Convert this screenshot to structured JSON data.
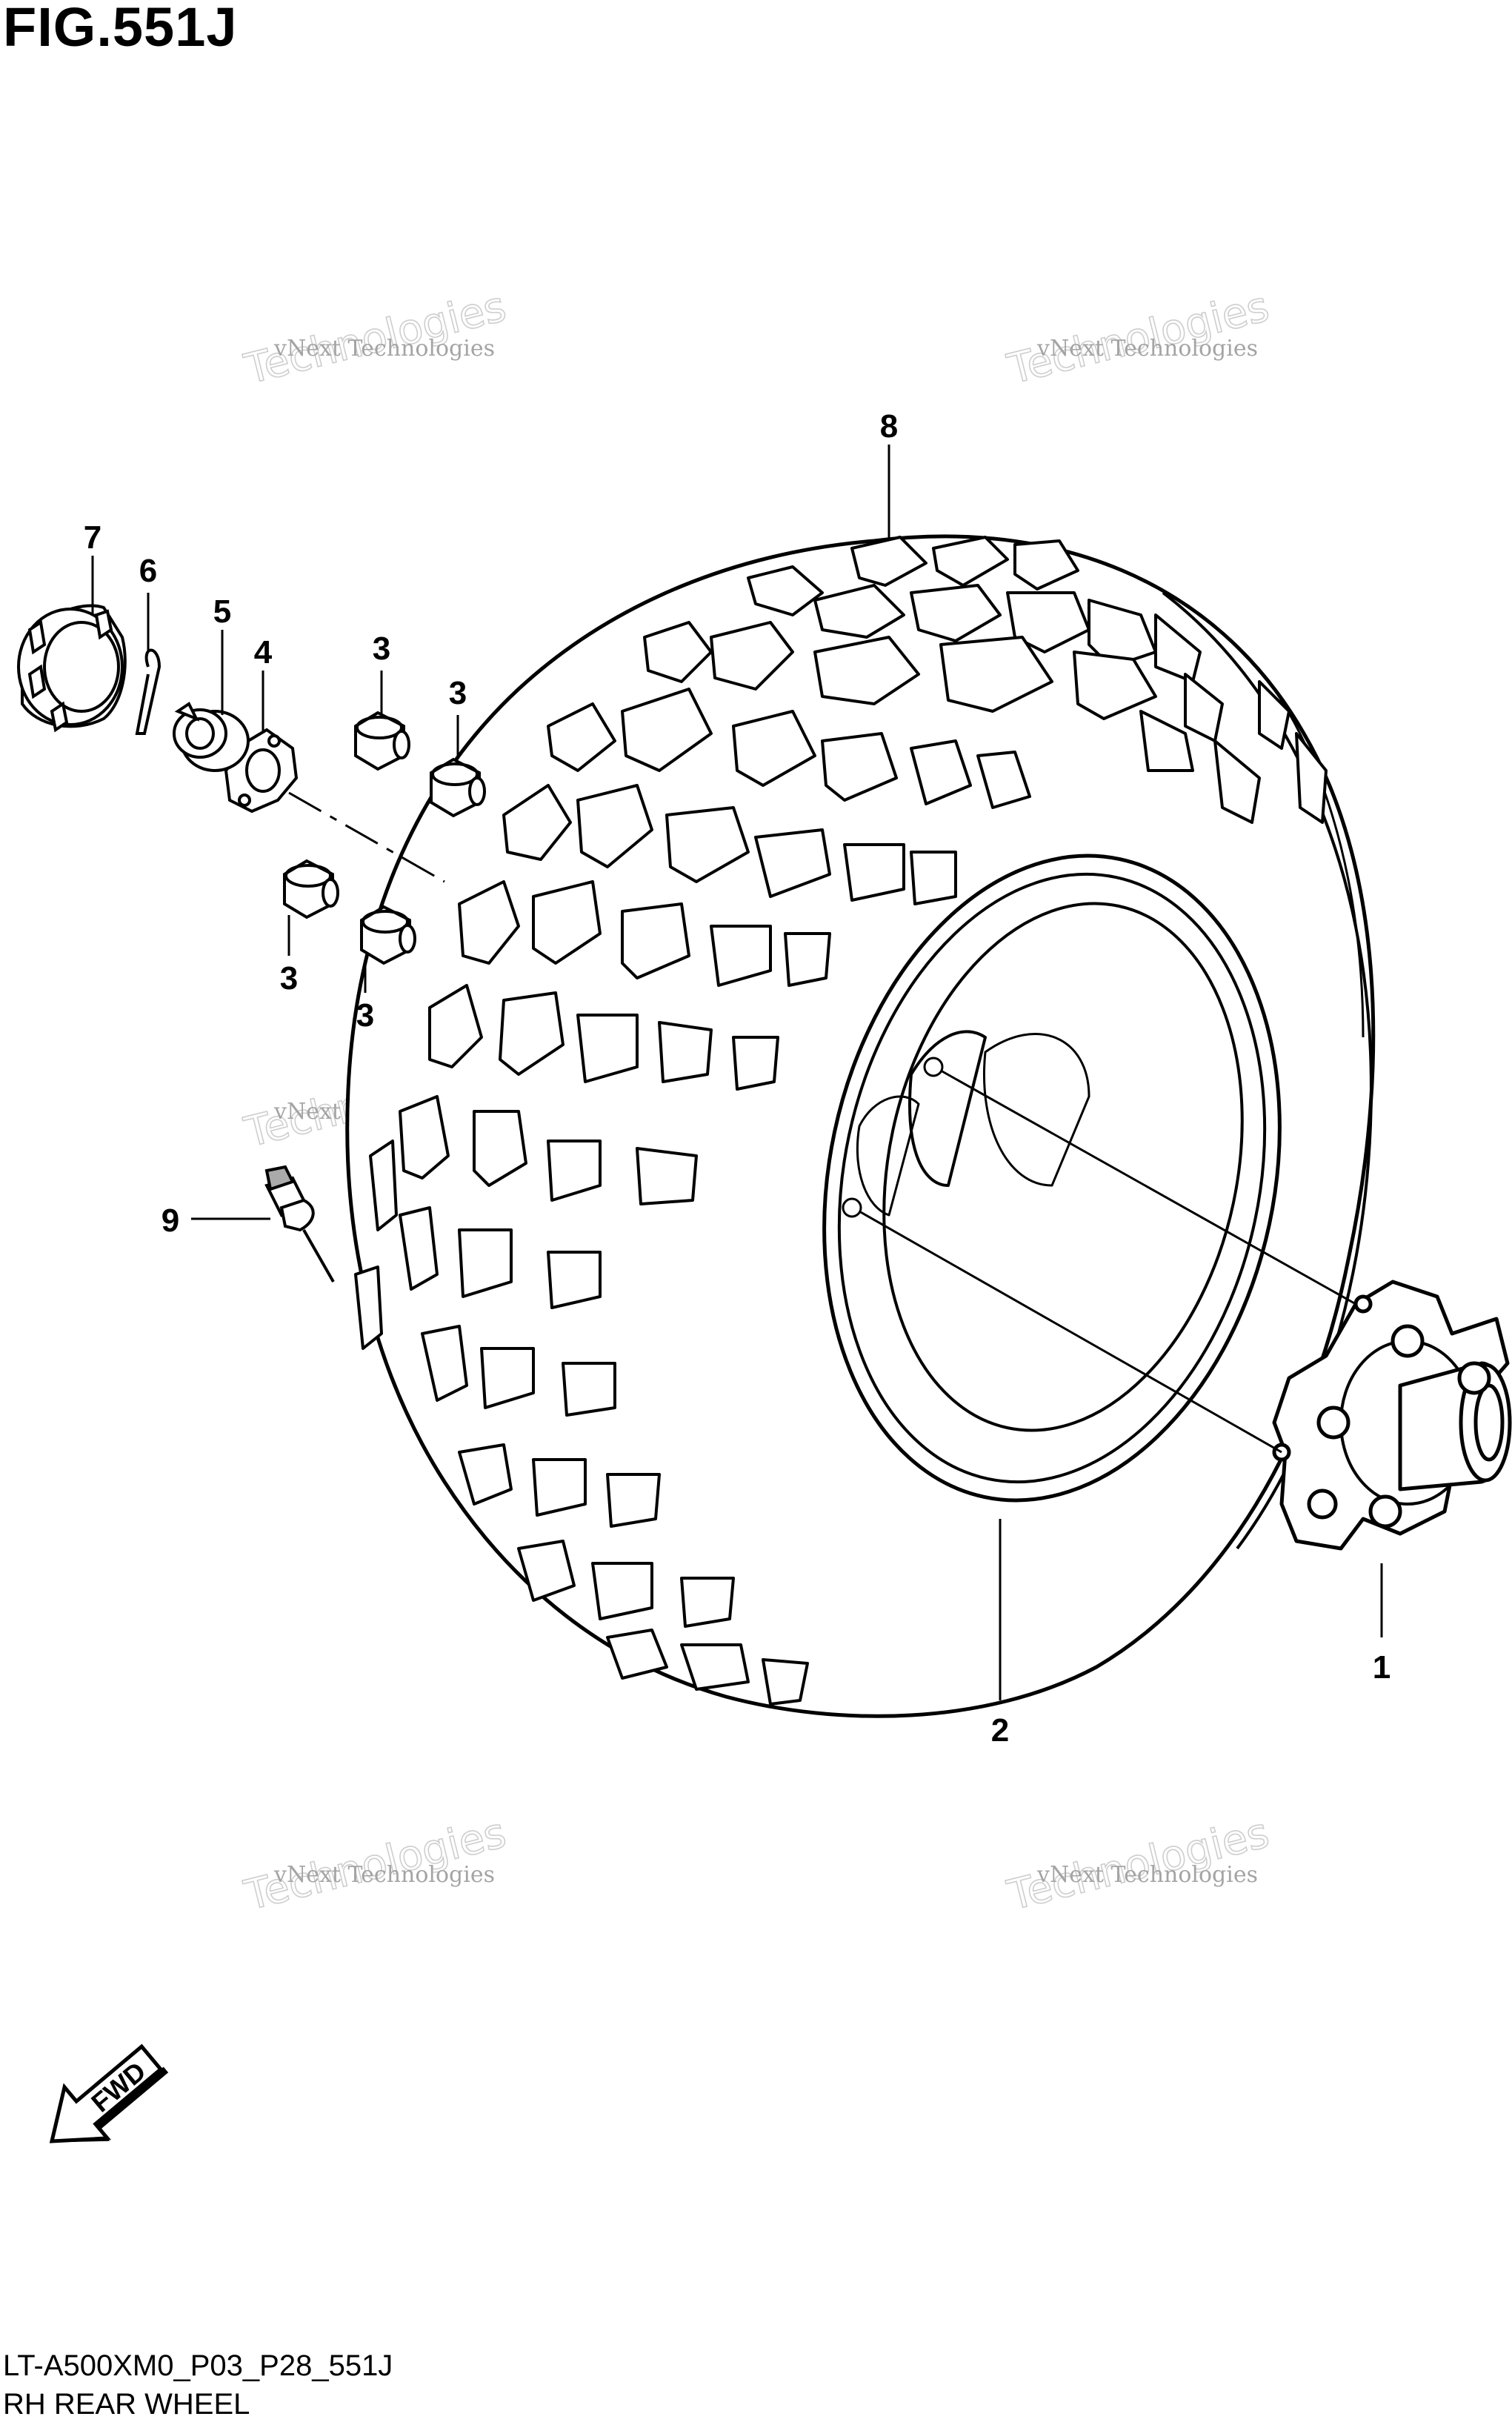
{
  "figure": {
    "title": "FIG.551J",
    "code": "LT-A500XM0_P03_P28_551J",
    "caption": "RH REAR WHEEL"
  },
  "watermark": {
    "line1": "vNext Technologies",
    "line2": "vNext",
    "line3": "Technologies"
  },
  "fwd_label": "FWD",
  "callouts": [
    {
      "id": "1",
      "label": "1"
    },
    {
      "id": "2",
      "label": "2"
    },
    {
      "id": "3a",
      "label": "3"
    },
    {
      "id": "3b",
      "label": "3"
    },
    {
      "id": "3c",
      "label": "3"
    },
    {
      "id": "3d",
      "label": "3"
    },
    {
      "id": "4",
      "label": "4"
    },
    {
      "id": "5",
      "label": "5"
    },
    {
      "id": "6",
      "label": "6"
    },
    {
      "id": "7",
      "label": "7"
    },
    {
      "id": "8",
      "label": "8"
    },
    {
      "id": "9",
      "label": "9"
    }
  ]
}
